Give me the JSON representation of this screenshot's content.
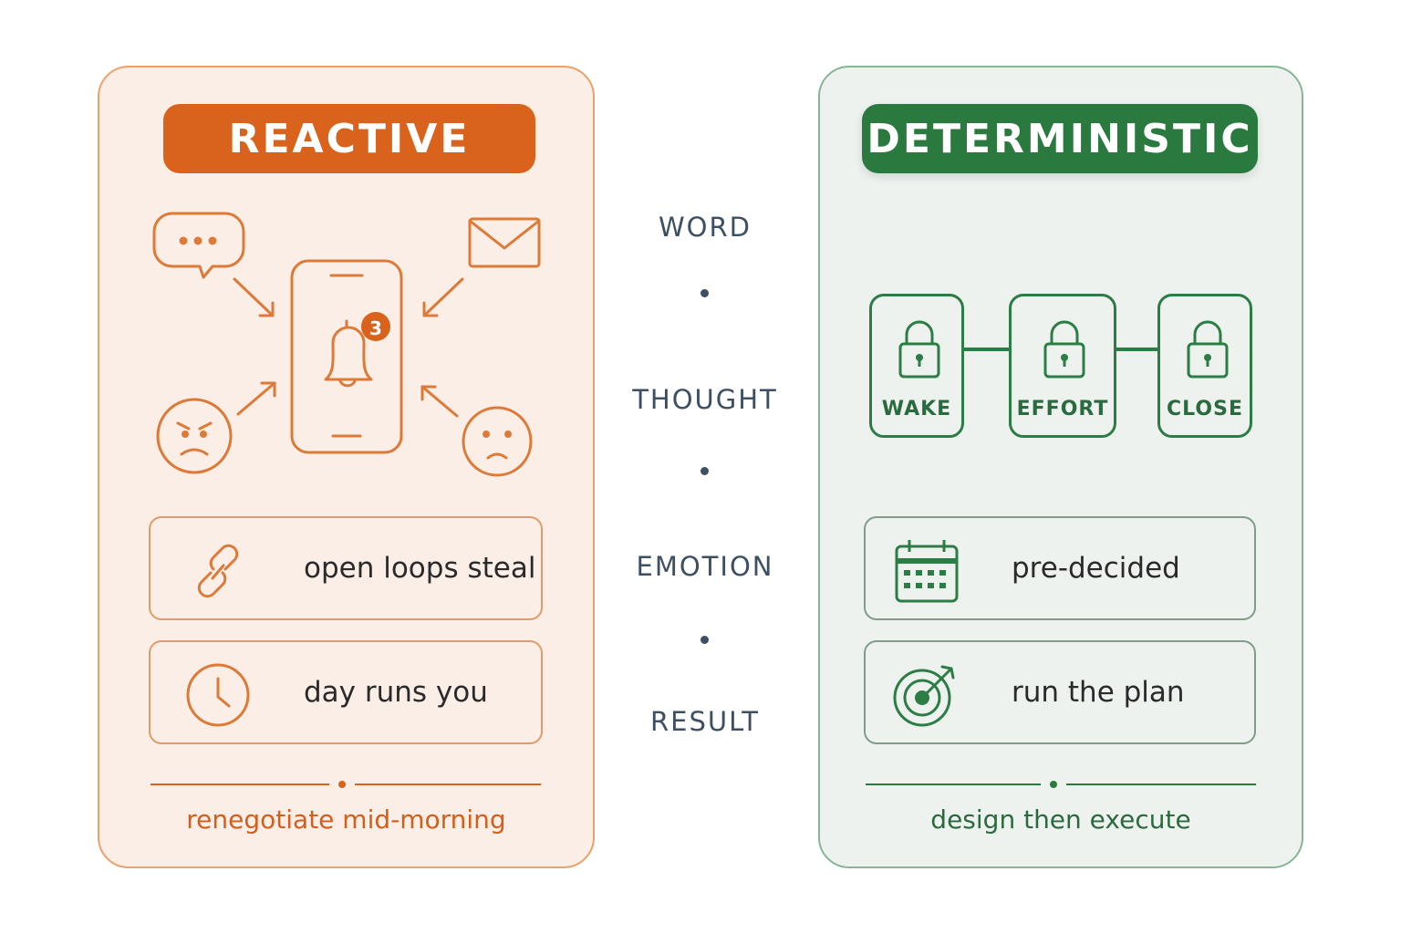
{
  "colors": {
    "reactive_accent": "#d9631c",
    "deterministic_accent": "#2a7a40",
    "middle_text": "#3c4f63"
  },
  "reactive": {
    "title": "REACTIVE",
    "notification_badge": "3",
    "icons": [
      "speech-bubble-icon",
      "envelope-icon",
      "phone-bell-icon",
      "angry-face-icon",
      "worried-face-icon"
    ],
    "items": [
      {
        "icon": "chain-link-icon",
        "text": "open loops steal"
      },
      {
        "icon": "clock-icon",
        "text": "day runs you"
      }
    ],
    "footer": "renegotiate mid-morning"
  },
  "middle": {
    "labels": [
      "WORD",
      "THOUGHT",
      "EMOTION",
      "RESULT"
    ]
  },
  "deterministic": {
    "title": "DETERMINISTIC",
    "steps": [
      "WAKE",
      "EFFORT",
      "CLOSE"
    ],
    "items": [
      {
        "icon": "calendar-icon",
        "text": "pre-decided"
      },
      {
        "icon": "target-icon",
        "text": "run the plan"
      }
    ],
    "footer": "design then execute"
  }
}
